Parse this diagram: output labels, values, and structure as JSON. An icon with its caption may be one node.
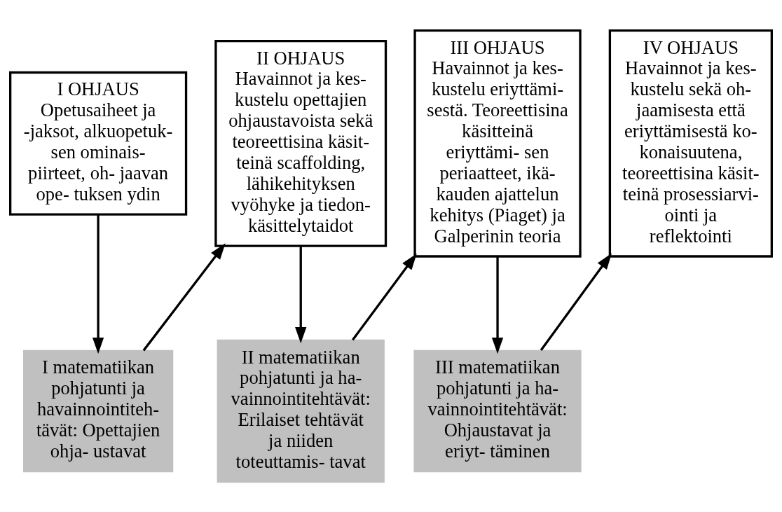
{
  "diagram": {
    "nodes": [
      {
        "text": [
          "I OHJAUS",
          "Opetusaiheet ja -jaksot, alkuopetuk- sen ominais- piirteet, oh- jaavan ope- tuksen ydin"
        ]
      },
      {
        "text": [
          "II OHJAUS",
          "Havainnot ja kes- kustelu opettajien ohjaustavoista sekä teoreettisina käsit- teinä scaffolding, lähikehityksen vyöhyke ja tiedon- käsittelytaidot"
        ]
      },
      {
        "text": [
          "III OHJAUS",
          "Havainnot ja kes- kustelu eriyttämi- sestä. Teoreettisina käsitteinä eriyttämi- sen periaatteet, ikä- kauden ajattelun kehitys (Piaget) ja Galperinin teoria"
        ]
      },
      {
        "text": [
          "IV OHJAUS",
          "Havainnot ja kes- kustelu sekä oh- jaamisesta että eriyttämisestä ko- konaisuutena, teoreettisina käsit- teinä prosessiarvi- ointi ja reflektointi"
        ]
      },
      {
        "text": [
          "I matematiikan pohjatunti ja havainnointiteh- tävät: Opettajien ohja- ustavat"
        ]
      },
      {
        "text": [
          "II matematiikan pohjatunti ja ha- vainnointitehtävät: Erilaiset tehtävät ja niiden toteuttamis- tavat"
        ]
      },
      {
        "text": [
          "III matematiikan pohjatunti ja ha- vainnointitehtävät: Ohjaustavat ja eriyt- täminen"
        ]
      }
    ],
    "edges": [
      {
        "from": 0,
        "to": 4,
        "arrow": "to"
      },
      {
        "from": 4,
        "to": 1,
        "arrow": "to"
      },
      {
        "from": 1,
        "to": 5,
        "arrow": "to"
      },
      {
        "from": 5,
        "to": 2,
        "arrow": "to"
      },
      {
        "from": 2,
        "to": 6,
        "arrow": "to"
      },
      {
        "from": 6,
        "to": 3,
        "arrow": "to"
      }
    ]
  }
}
